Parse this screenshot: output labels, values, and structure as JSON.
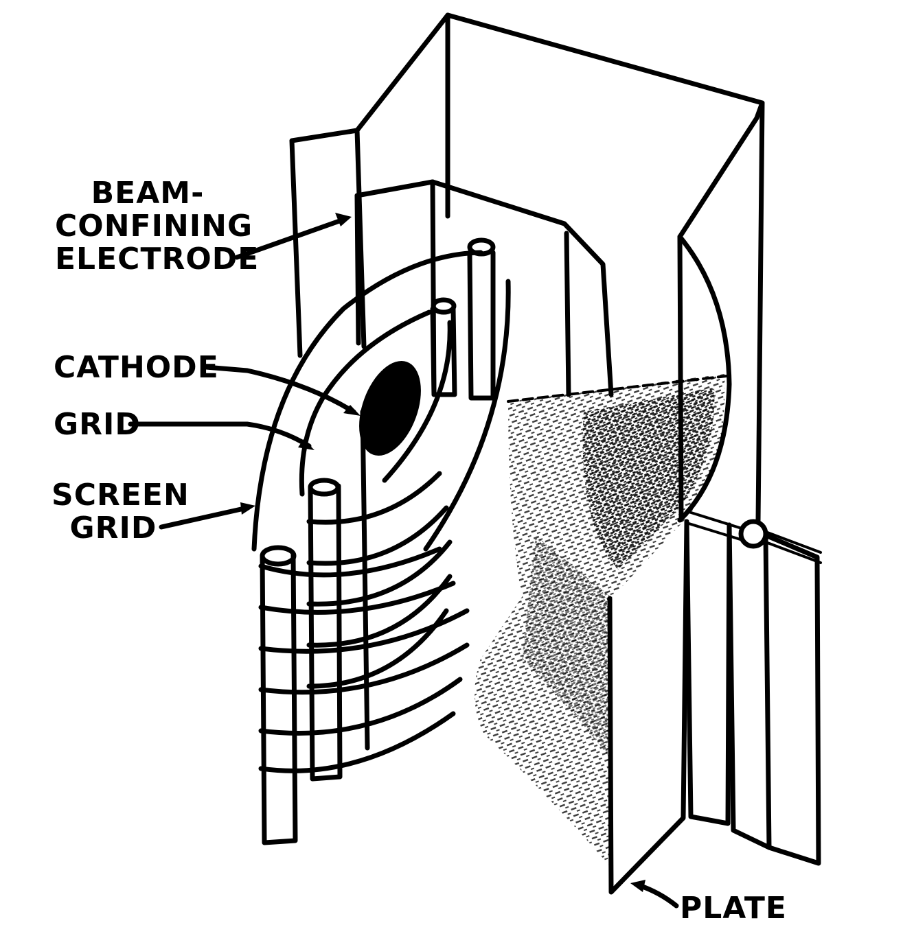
{
  "diagram": {
    "labels": {
      "beam_line1": "BEAM-",
      "beam_line2": "CONFINING",
      "beam_line3": "ELECTRODE",
      "cathode": "CATHODE",
      "grid": "GRID",
      "screen_line1": "SCREEN",
      "screen_line2": "GRID",
      "plate": "PLATE"
    }
  }
}
